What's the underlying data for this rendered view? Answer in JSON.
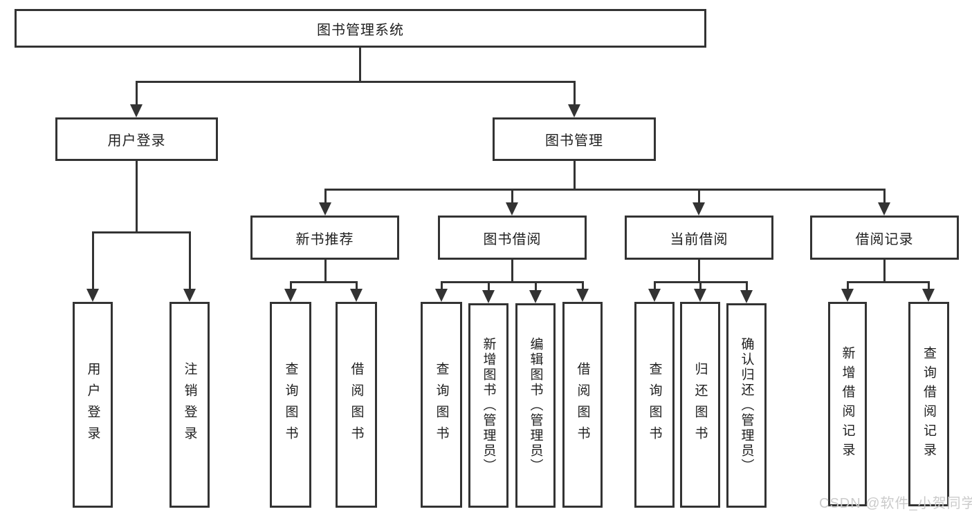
{
  "tree": {
    "label": "图书管理系统",
    "children": [
      {
        "label": "用户登录",
        "children": [
          {
            "label": "用户登录"
          },
          {
            "label": "注销登录"
          }
        ]
      },
      {
        "label": "图书管理",
        "children": [
          {
            "label": "新书推荐",
            "children": [
              {
                "label": "查询图书"
              },
              {
                "label": "借阅图书"
              }
            ]
          },
          {
            "label": "图书借阅",
            "children": [
              {
                "label": "查询图书"
              },
              {
                "label": "新增图书（管理员）"
              },
              {
                "label": "编辑图书（管理员）"
              },
              {
                "label": "借阅图书"
              }
            ]
          },
          {
            "label": "当前借阅",
            "children": [
              {
                "label": "查询图书"
              },
              {
                "label": "归还图书"
              },
              {
                "label": "确认归还（管理员）"
              }
            ]
          },
          {
            "label": "借阅记录",
            "children": [
              {
                "label": "新增借阅记录"
              },
              {
                "label": "查询借阅记录"
              }
            ]
          }
        ]
      }
    ]
  },
  "watermark": {
    "text": "CSDN @软件_小贺同学"
  },
  "colors": {
    "line": "#333333",
    "text": "#1f1f1f",
    "watermark": "#cbcbcb",
    "background": "#ffffff"
  }
}
